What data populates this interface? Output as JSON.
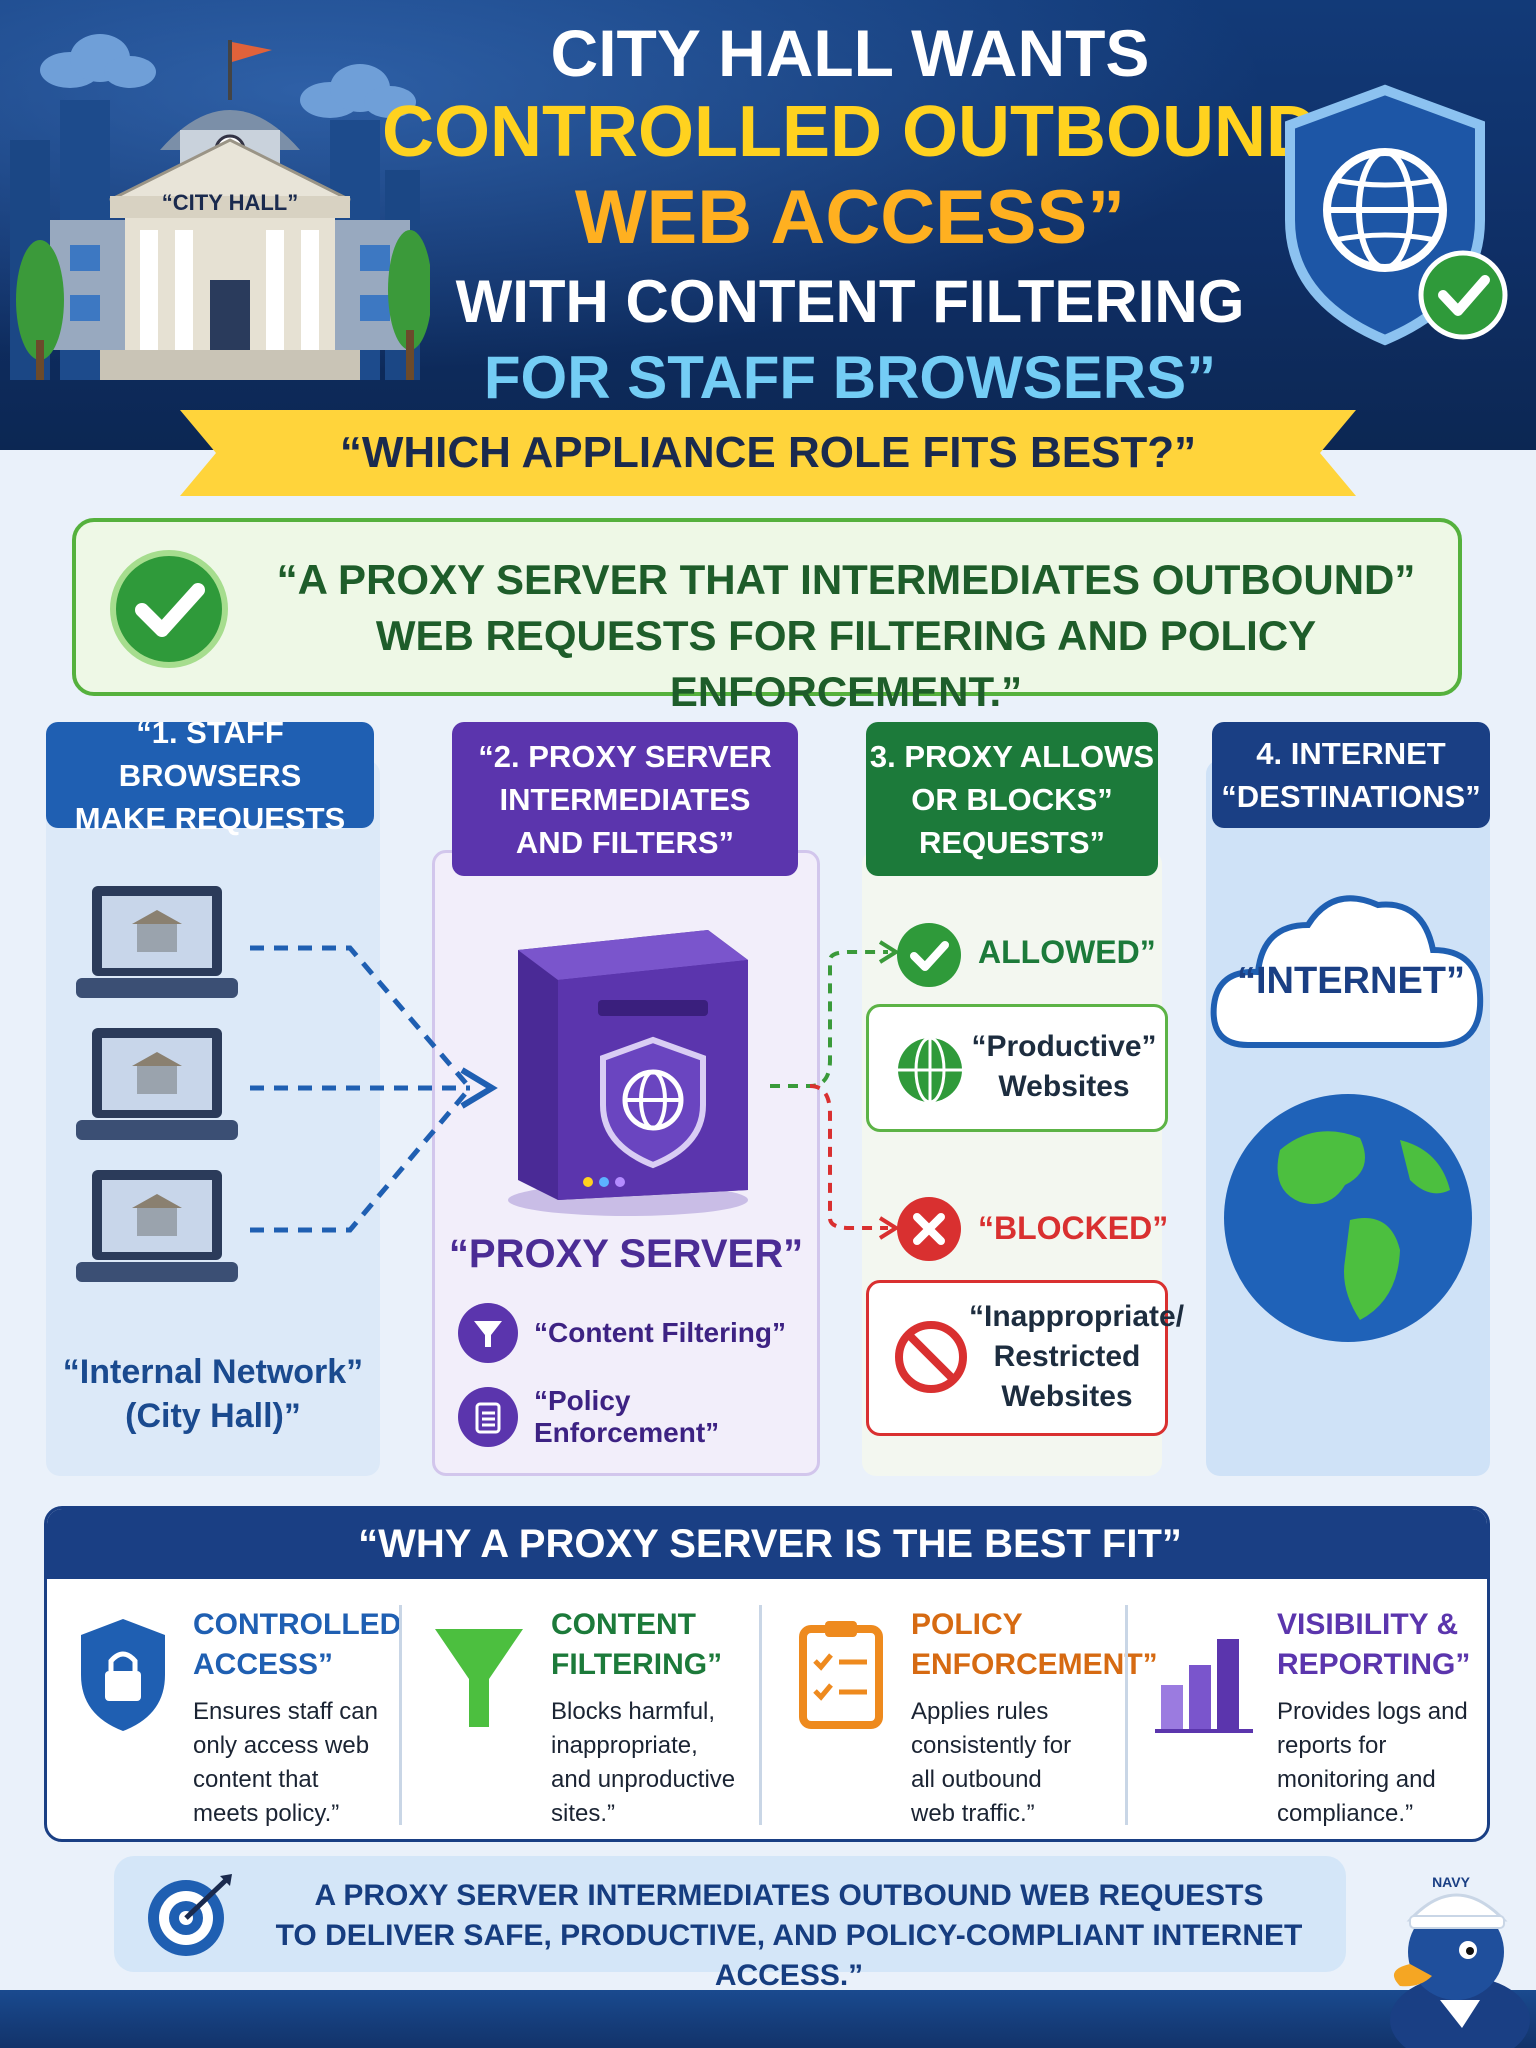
{
  "header": {
    "line1": "CITY HALL WANTS",
    "line2": "CONTROLLED OUTBOUND",
    "line3": "WEB ACCESS”",
    "line4": "WITH CONTENT FILTERING",
    "line5": "FOR STAFF BROWSERS”",
    "building_sign": "“CITY HALL”"
  },
  "question": "“WHICH APPLIANCE ROLE FITS BEST?”",
  "answer": {
    "line1": "“A PROXY SERVER THAT INTERMEDIATES OUTBOUND”",
    "line2": "WEB REQUESTS FOR FILTERING AND POLICY ENFORCEMENT.”"
  },
  "steps": [
    {
      "line1": "“1. STAFF BROWSERS",
      "line2": "MAKE REQUESTS",
      "line3": ""
    },
    {
      "line1": "“2. PROXY SERVER",
      "line2": "INTERMEDIATES",
      "line3": "AND FILTERS”"
    },
    {
      "line1": "3. PROXY ALLOWS",
      "line2": "OR BLOCKS”",
      "line3": "REQUESTS”"
    },
    {
      "line1": "4. INTERNET",
      "line2": "“DESTINATIONS”",
      "line3": ""
    }
  ],
  "network": {
    "line1": "“Internal Network”",
    "line2": "(City Hall)”"
  },
  "proxy": {
    "title": "“PROXY SERVER”",
    "feature1": "“Content Filtering”",
    "feature2": "“Policy Enforcement”"
  },
  "allowed": {
    "status": "ALLOWED”",
    "line1": "“Productive”",
    "line2": "Websites"
  },
  "blocked": {
    "status": "“BLOCKED”",
    "line1": "“Inappropriate/",
    "line2": "Restricted",
    "line3": "Websites"
  },
  "internet": {
    "label": "“INTERNET”"
  },
  "why": {
    "title": "“WHY A PROXY SERVER IS THE BEST FIT”",
    "items": [
      {
        "t1": "CONTROLLED",
        "t2": "ACCESS”",
        "d1": "Ensures staff can",
        "d2": "only access web",
        "d3": "content that",
        "d4": "meets policy.”",
        "color": "#1f5fb2"
      },
      {
        "t1": "CONTENT",
        "t2": "FILTERING”",
        "d1": "Blocks harmful,",
        "d2": "inappropriate,",
        "d3": "and unproductive",
        "d4": "sites.”",
        "color": "#1c7a3a"
      },
      {
        "t1": "POLICY",
        "t2": "ENFORCEMENT”",
        "d1": "Applies rules",
        "d2": "consistently for",
        "d3": "all outbound",
        "d4": "web traffic.”",
        "color": "#d66a12"
      },
      {
        "t1": "VISIBILITY &",
        "t2": "REPORTING”",
        "d1": "Provides logs and",
        "d2": "reports for",
        "d3": "monitoring and",
        "d4": "compliance.”",
        "color": "#5b35ad"
      }
    ]
  },
  "footer": {
    "line1": "A PROXY SERVER INTERMEDIATES OUTBOUND WEB REQUESTS",
    "line2": "TO DELIVER SAFE, PRODUCTIVE, AND POLICY-COMPLIANT INTERNET ACCESS.”"
  },
  "mascot": {
    "hat": "NAVY"
  },
  "colors": {
    "navy": "#1a3f84",
    "blue": "#1f5fb2",
    "purple": "#5b35ad",
    "green": "#1c7a3a",
    "red": "#d93030",
    "yellow": "#ffd21f"
  }
}
